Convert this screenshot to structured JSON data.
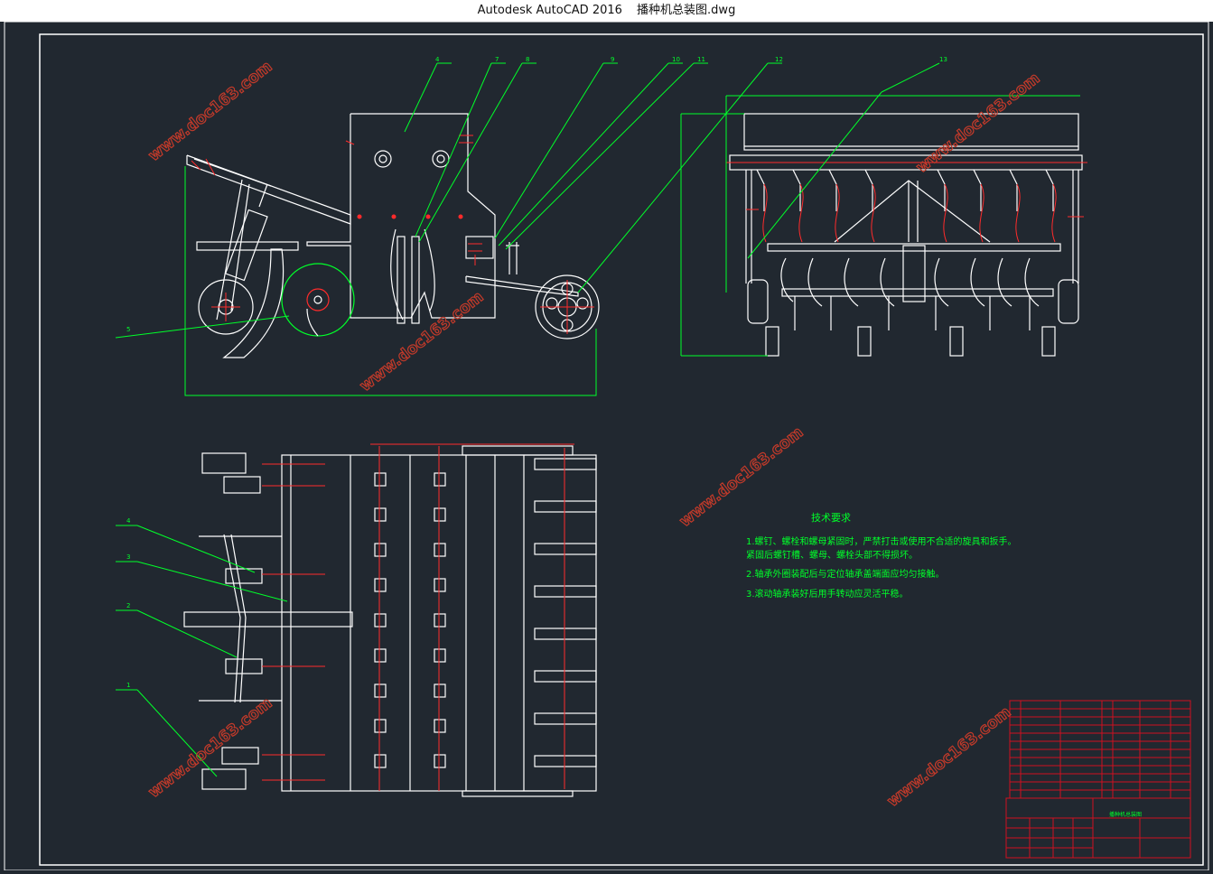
{
  "window": {
    "app_title": "Autodesk AutoCAD 2016",
    "file_name": "播种机总装图.dwg"
  },
  "drawing": {
    "balloons_front": [
      "4",
      "7",
      "8",
      "9",
      "10",
      "11",
      "12",
      "13"
    ],
    "balloon_front_left": "5",
    "balloons_top": [
      "4",
      "3",
      "2",
      "1"
    ],
    "tech_requirements": {
      "title": "技术要求",
      "items": [
        "1.螺钉、螺栓和螺母紧固时，严禁打击或使用不合适的旋具和扳手。",
        "紧固后螺钉槽、螺母、螺栓头部不得损坏。",
        "2.轴承外圈装配后与定位轴承盖端面应均匀接触。",
        "3.滚动轴承装好后用手转动应灵活平稳。"
      ]
    },
    "title_block_label": "播种机总装图",
    "watermark": "www.doc163.com",
    "colors": {
      "background": "#212830",
      "outline": "#ffffff",
      "dimension": "#00ff2a",
      "center_line": "#ff2b2b",
      "text": "#00ff2a",
      "watermark": "#c23a2a",
      "title_block": "#d01020"
    }
  }
}
